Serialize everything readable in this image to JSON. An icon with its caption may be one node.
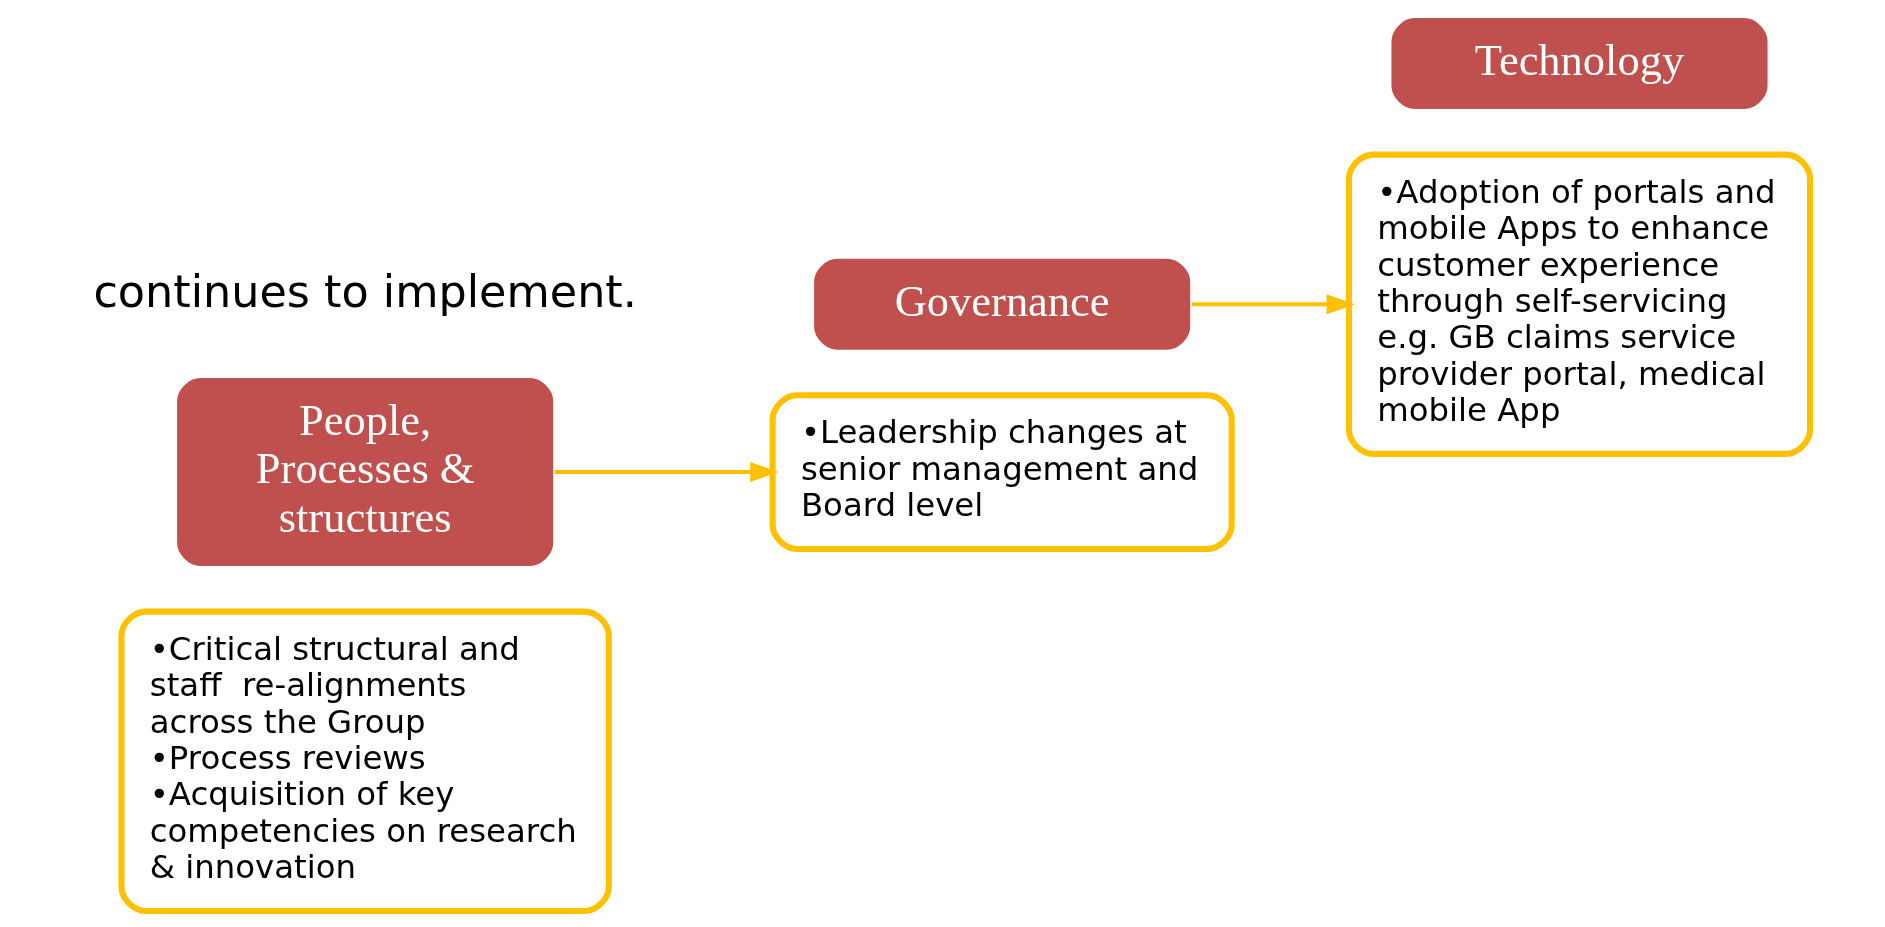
{
  "diagram": {
    "nodes": [
      {
        "text": [
          "•Critical structural and staff  re-alignments across the Group",
          "•Process reviews",
          "•Acquisition of key competencies on research & innovation"
        ]
      },
      {
        "text": [
          "People, Processes & structures"
        ]
      },
      {
        "text": [
          "Governance"
        ]
      },
      {
        "text": [
          "•Leadership changes at senior management and Board level"
        ]
      },
      {
        "text": [
          "•Adoption of portals and mobile Apps to enhance customer experience through self-servicing e.g. GB claims service provider portal, medical mobile App"
        ]
      },
      {
        "text": [
          "Technology"
        ]
      }
    ],
    "edges": [
      {
        "from": 1,
        "to": 3,
        "arrow": "to",
        "color": "#ffc000"
      },
      {
        "from": 2,
        "to": 4,
        "arrow": "to",
        "color": "#ffc000"
      }
    ],
    "labels": [
      "continues to implement."
    ]
  }
}
